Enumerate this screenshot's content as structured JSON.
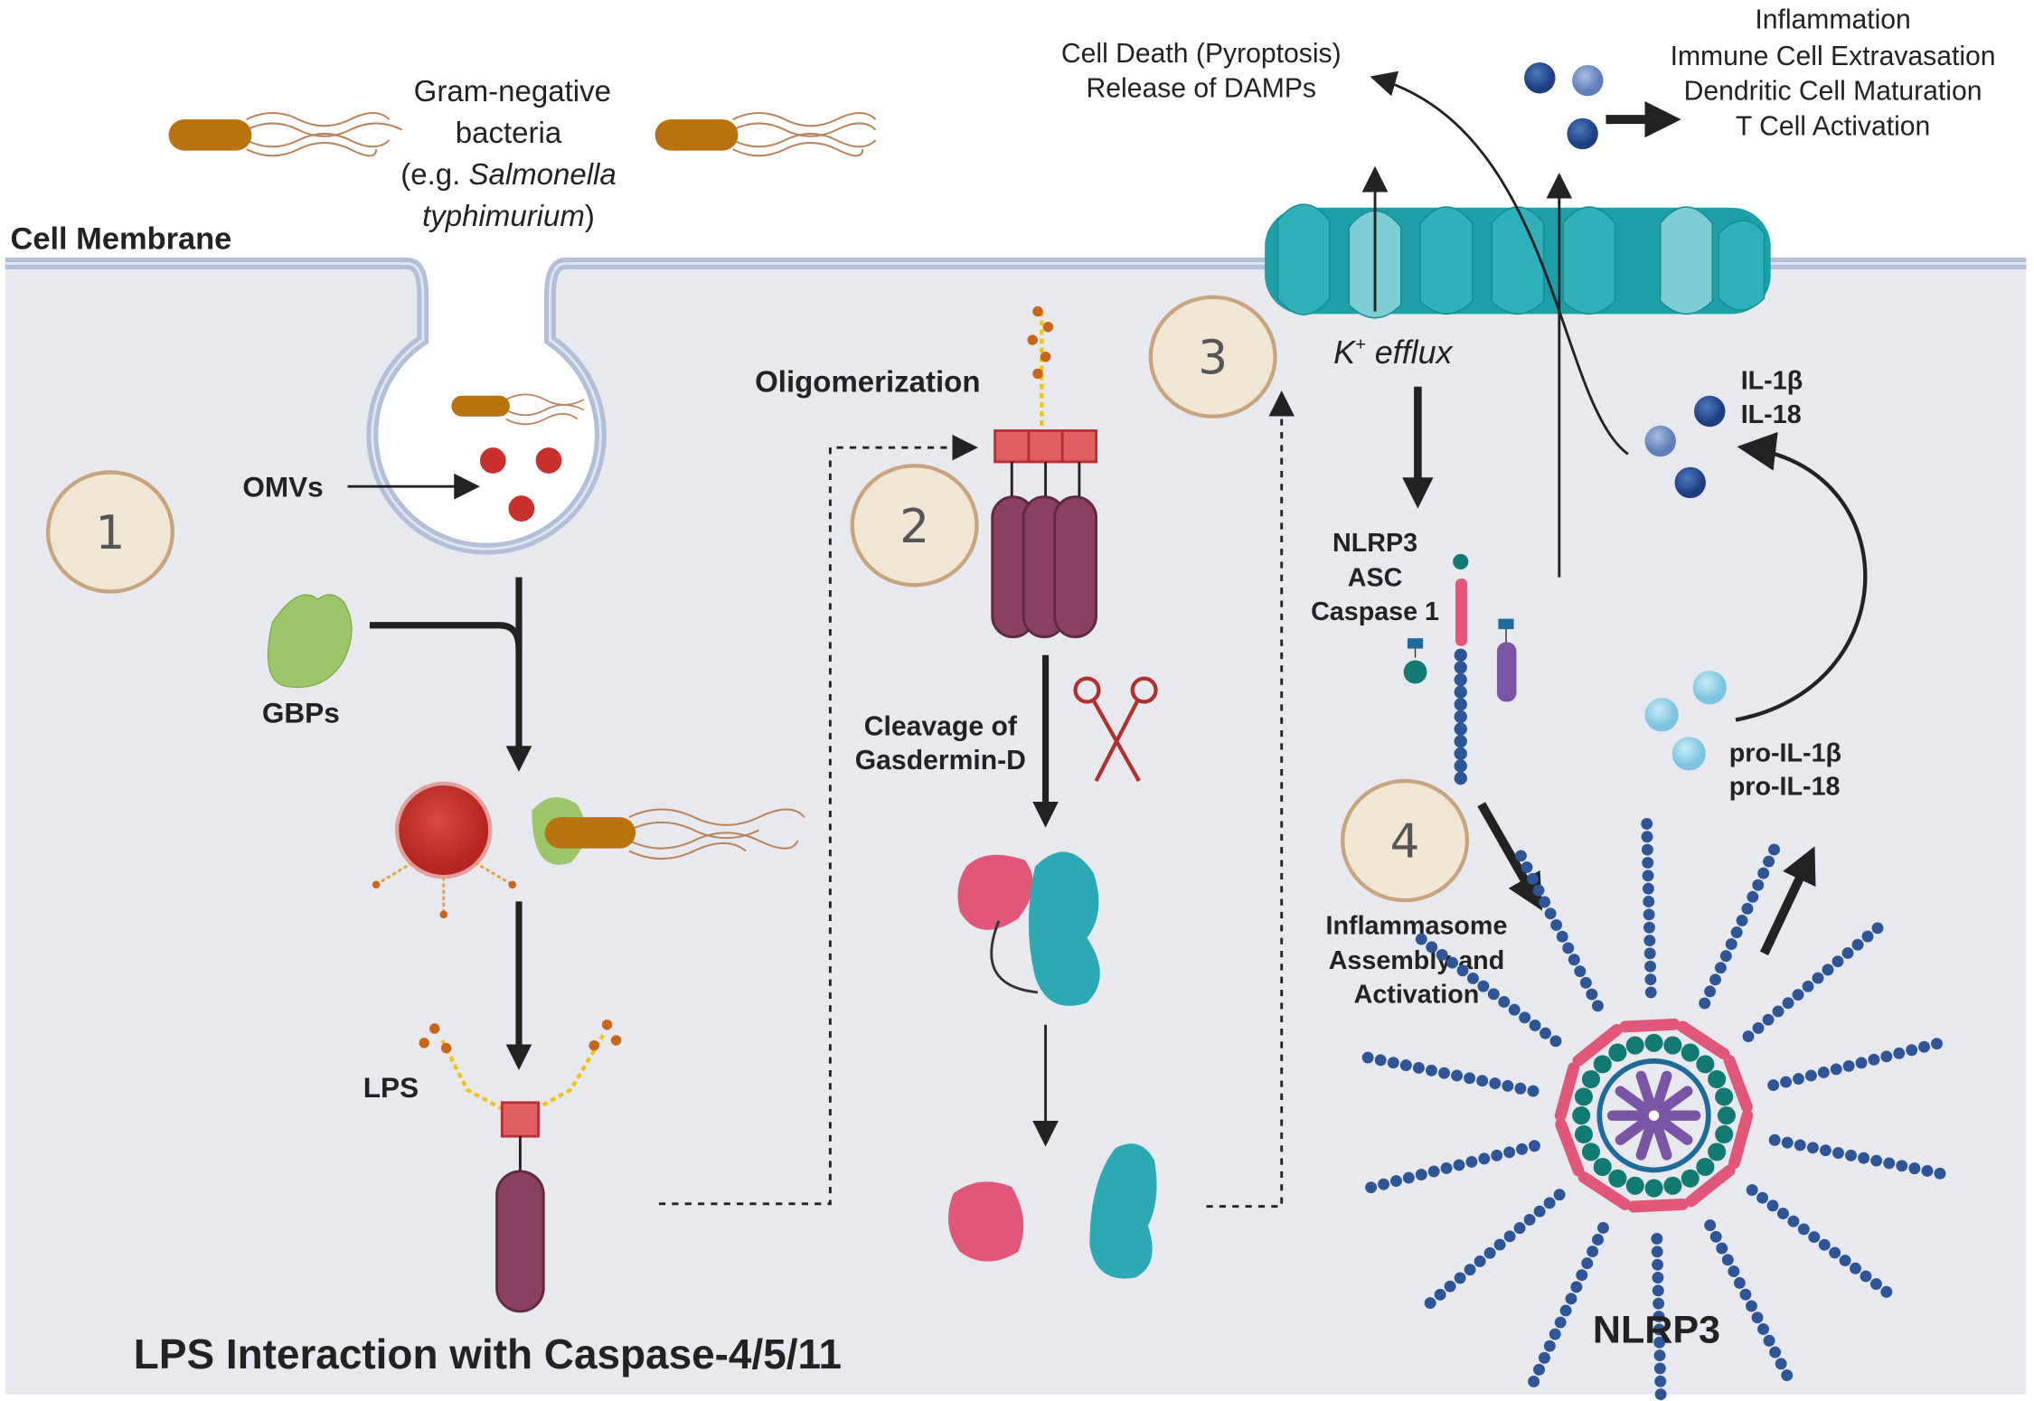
{
  "labels": {
    "bacteria_line1": "Gram-negative",
    "bacteria_line2": "bacteria",
    "bacteria_line3_prefix": "(e.g. ",
    "bacteria_line3_italic": "Salmonella",
    "bacteria_line4_italic": "typhimurium",
    "bacteria_line4_suffix": ")",
    "cell_membrane": "Cell Membrane",
    "omvs": "OMVs",
    "gbps": "GBPs",
    "lps": "LPS",
    "oligomerization": "Oligomerization",
    "cleavage_line1": "Cleavage of",
    "cleavage_line2": "Gasdermin-D",
    "k_efflux_k": "K",
    "k_efflux_sup": "+",
    "k_efflux_rest": " efflux",
    "cell_death_line1": "Cell Death (Pyroptosis)",
    "cell_death_line2": "Release of DAMPs",
    "outcomes": [
      "Inflammation",
      "Immune Cell Extravasation",
      "Dendritic Cell Maturation",
      "T Cell Activation"
    ],
    "il_mature": [
      "IL-1β",
      "IL-18"
    ],
    "il_pro": [
      "pro-IL-1β",
      "pro-IL-18"
    ],
    "inflammasome_components": [
      "NLRP3",
      "ASC",
      "Caspase 1"
    ],
    "assembly": [
      "Inflammasome",
      "Assembly and",
      "Activation"
    ],
    "nlrp3_title": "NLRP3",
    "main_title": "LPS Interaction with Caspase-4/5/11"
  },
  "steps": [
    "1",
    "2",
    "3",
    "4"
  ],
  "colors": {
    "cytoplasm": "#e8e9ee",
    "membrane": "#b3bfd9",
    "step_fill": "#f1e5d3",
    "step_stroke": "#c8a47e",
    "caspase": "#8a4060",
    "gasdermin_pink": "#e0577a",
    "gasdermin_teal": "#2ea8b4",
    "pore": "#1e9fa8",
    "omv_red": "#c8302e",
    "gbp_green": "#9bc76a",
    "bacteria_brown": "#b8720f",
    "il_dark": "#244a8c",
    "il_light": "#8fcde6",
    "nlrp3_ring": "#e0577a",
    "asc_teal": "#127a72",
    "casp1_purple": "#7a55a6"
  }
}
